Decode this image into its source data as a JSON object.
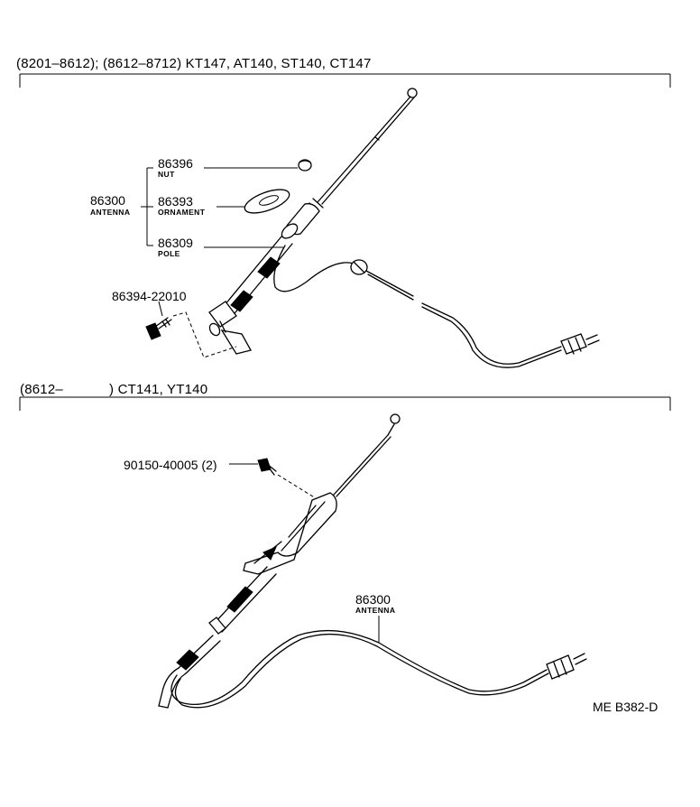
{
  "sections": [
    {
      "header": "(8201–8612); (8612–8712) KT147, AT140, ST140, CT147"
    },
    {
      "header_prefix": "(8612–",
      "header_suffix": ") CT141, YT140"
    }
  ],
  "parts_top": {
    "assembly": {
      "number": "86300",
      "name": "ANTENNA"
    },
    "nut": {
      "number": "86396",
      "name": "NUT"
    },
    "ornament": {
      "number": "86393",
      "name": "ORNAMENT"
    },
    "pole": {
      "number": "86309",
      "name": "POLE"
    },
    "screw": {
      "number": "86394-22010"
    }
  },
  "parts_bottom": {
    "bolt": {
      "number": "90150-40005 (2)"
    },
    "antenna": {
      "number": "86300",
      "name": "ANTENNA"
    }
  },
  "figure_code": "ME B382-D"
}
